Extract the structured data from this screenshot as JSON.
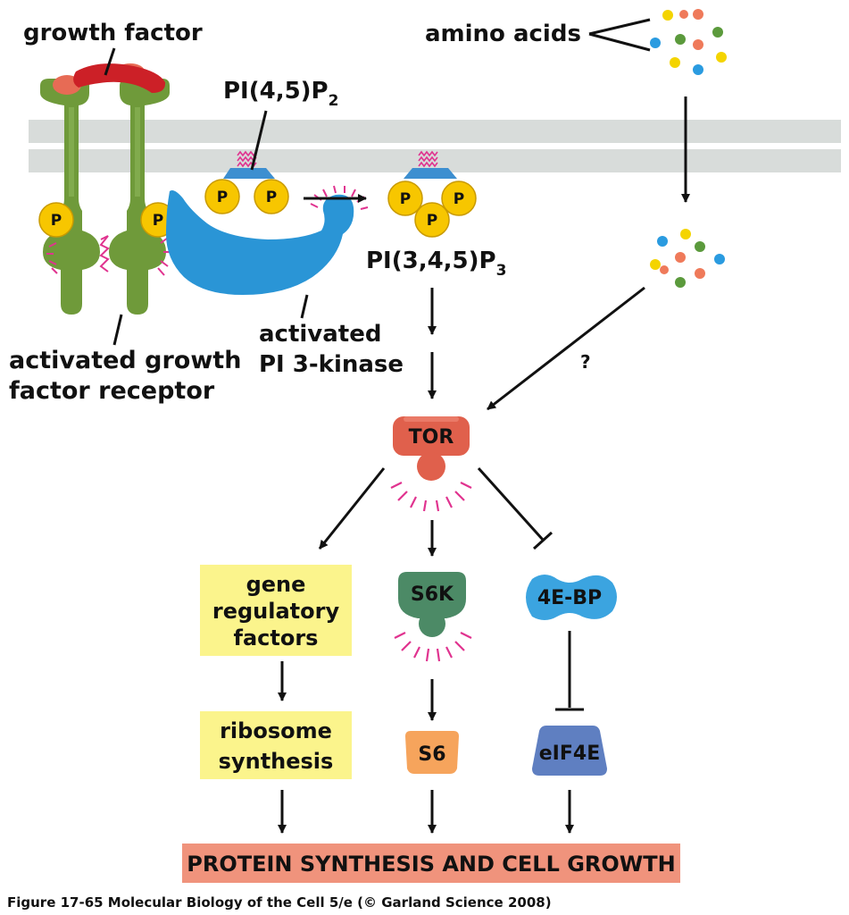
{
  "labels": {
    "growth_factor": "growth factor",
    "amino_acids": "amino acids",
    "pip2": "PI(4,5)P",
    "pip2_sub": "2",
    "pip3": "PI(3,4,5)P",
    "pip3_sub": "3",
    "activated_receptor_line1": "activated growth",
    "activated_receptor_line2": "factor receptor",
    "pi3k_line1": "activated",
    "pi3k_line2": "PI 3-kinase",
    "question": "?",
    "tor": "TOR",
    "gene_reg_line1": "gene",
    "gene_reg_line2": "regulatory",
    "gene_reg_line3": "factors",
    "s6k": "S6K",
    "fourebp": "4E-BP",
    "ribosome_line1": "ribosome",
    "ribosome_line2": "synthesis",
    "s6": "S6",
    "eif4e": "eIF4E",
    "outcome": "PROTEIN SYNTHESIS AND CELL GROWTH",
    "phosphate": "P"
  },
  "caption": "Figure 17-65  Molecular Biology of the Cell 5/e (© Garland Science 2008)",
  "colors": {
    "membrane": "#d8dcda",
    "receptor": "#6f9a3a",
    "receptor_light": "#8db85a",
    "growth_factor": "#cc2027",
    "phosphate": "#f7c600",
    "kinase": "#2a95d6",
    "lipid_head": "#3d8fd0",
    "lipid_tail": "#e0338f",
    "activation": "#e0338f",
    "tor": "#e0604c",
    "yellow_box": "#fbf48c",
    "s6k": "#4c8a66",
    "fourebp": "#3ba4e0",
    "s6": "#f6a45c",
    "eif4e": "#5f7fc1",
    "outcome_box": "#f0937c",
    "amino_yellow": "#f4d400",
    "amino_red": "#ef7a5a",
    "amino_green": "#5b9a3c",
    "amino_blue": "#2a9be0"
  }
}
